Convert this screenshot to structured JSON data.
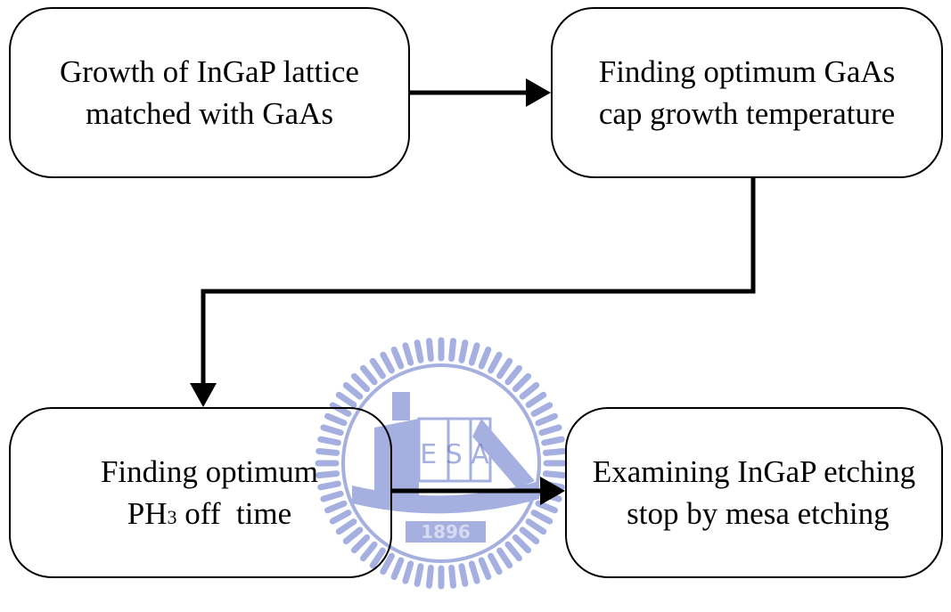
{
  "diagram": {
    "boxes": [
      {
        "lines": [
          "Growth of InGaP lattice",
          "matched with GaAs"
        ]
      },
      {
        "lines": [
          "Finding optimum GaAs",
          "cap growth temperature"
        ]
      },
      {
        "line1": "Finding optimum",
        "line2_main": "PH",
        "line2_sub": "3",
        "line2_rest": " off  time"
      },
      {
        "lines": [
          "Examining InGaP etching",
          " stop by mesa etching"
        ]
      }
    ],
    "watermark": {
      "text": "E S A",
      "year": "1896",
      "color": "#5c6fc7"
    },
    "colors": {
      "stroke": "#000000",
      "background": "#ffffff"
    }
  }
}
